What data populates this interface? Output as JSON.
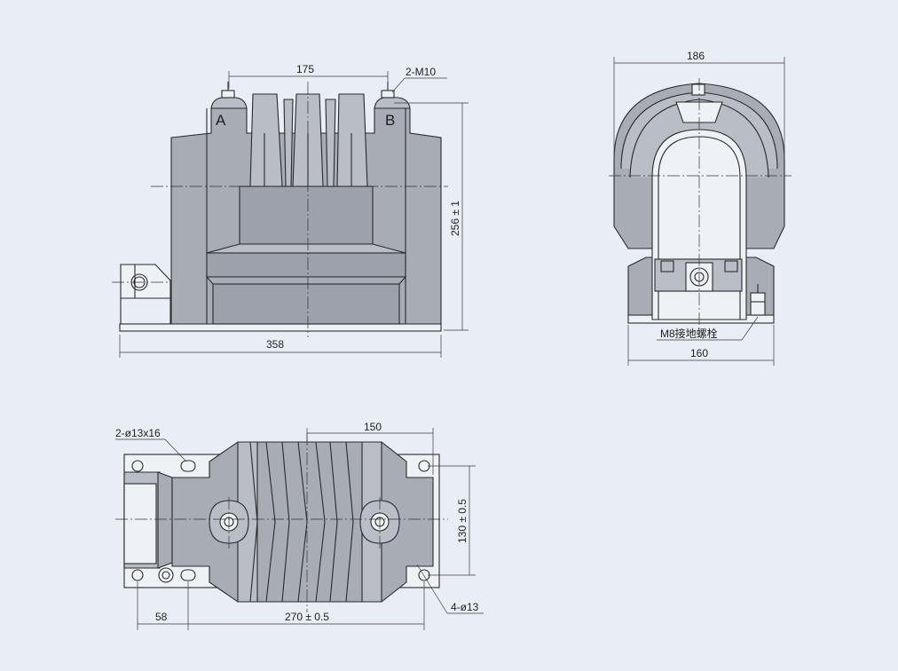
{
  "drawing": {
    "colors": {
      "background": "#e9eef6",
      "body": "#a7acb5",
      "line": "#2a2a2a"
    },
    "front_view": {
      "dim_top_width": "175",
      "dim_terminal_thread": "2-M10",
      "terminal_a": "A",
      "terminal_b": "B",
      "dim_height": "256 ± 1",
      "dim_base_length": "358"
    },
    "side_view": {
      "dim_top_width": "186",
      "ground_bolt_label": "M8接地螺栓",
      "dim_base_width": "160"
    },
    "top_view": {
      "dim_slot_holes": "2-ø13x16",
      "dim_core_width": "150",
      "dim_hole_spacing_depth": "130 ± 0.5",
      "dim_mount_holes": "4-ø13",
      "dim_offset": "58",
      "dim_hole_spacing_length": "270 ± 0.5"
    }
  }
}
